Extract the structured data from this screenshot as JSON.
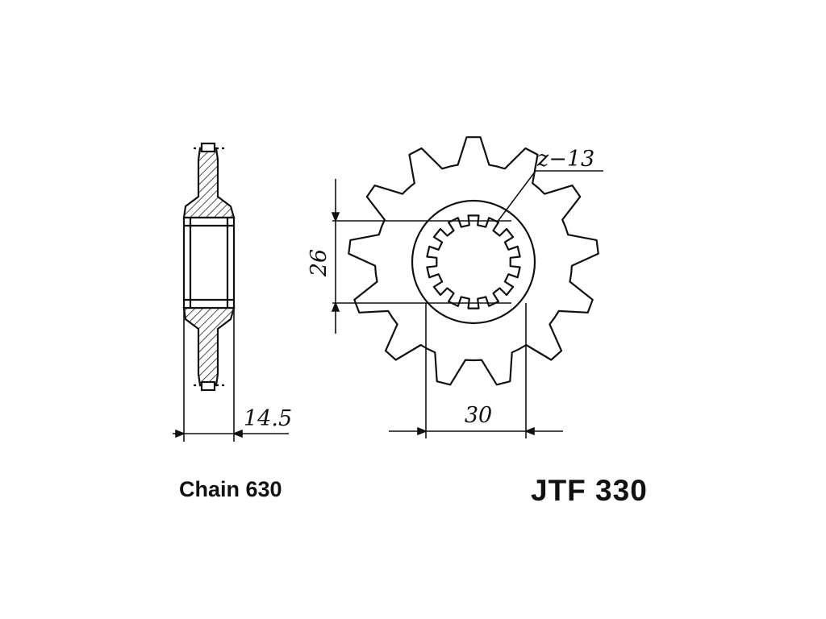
{
  "dimensions": {
    "teeth": "z−13",
    "bore_height": "26",
    "hub_width": "30",
    "thickness": "14.5"
  },
  "captions": {
    "chain": "Chain 630",
    "part_number": "JTF 330"
  },
  "sprocket": {
    "tooth_count": 13,
    "spline_count": 14
  }
}
